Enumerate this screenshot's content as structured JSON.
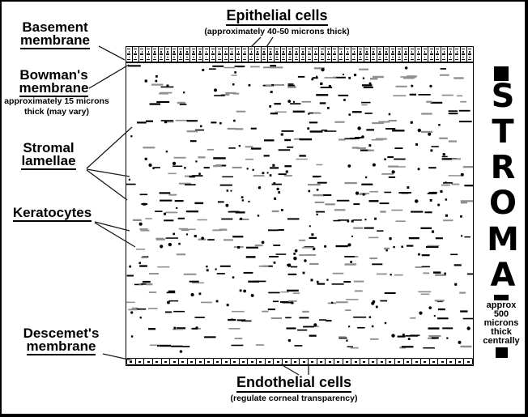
{
  "diagram": {
    "epithelial": {
      "label": "Epithelial cells",
      "sublabel": "(approximately 40-50 microns thick)"
    },
    "basement": {
      "line1": "Basement",
      "line2": "membrane"
    },
    "bowmans": {
      "line1": "Bowman's",
      "line2": "membrane",
      "note1": "approximately 15 microns",
      "note2": "thick (may vary)"
    },
    "stromal": {
      "line1": "Stromal",
      "line2": "lamellae"
    },
    "keratocytes": {
      "label": "Keratocytes"
    },
    "descemets": {
      "line1": "Descemet's",
      "line2": "membrane"
    },
    "endothelial": {
      "label": "Endothelial cells",
      "sublabel": "(regulate corneal transparency)"
    },
    "stroma_side": {
      "letters": [
        "S",
        "T",
        "R",
        "O",
        "M",
        "A"
      ],
      "caption_lines": [
        "approx",
        "500",
        "microns",
        "thick",
        "centrally"
      ]
    },
    "colors": {
      "ink": "#000000",
      "gray_dash": "#8f8f8f",
      "background": "#ffffff"
    },
    "bands": {
      "epithelial_cell_count": 54,
      "endothelial_cell_count": 40
    },
    "texture": {
      "seed": 7,
      "dash_rows": 32,
      "dashes_per_row": 13,
      "dot_count": 190
    }
  }
}
